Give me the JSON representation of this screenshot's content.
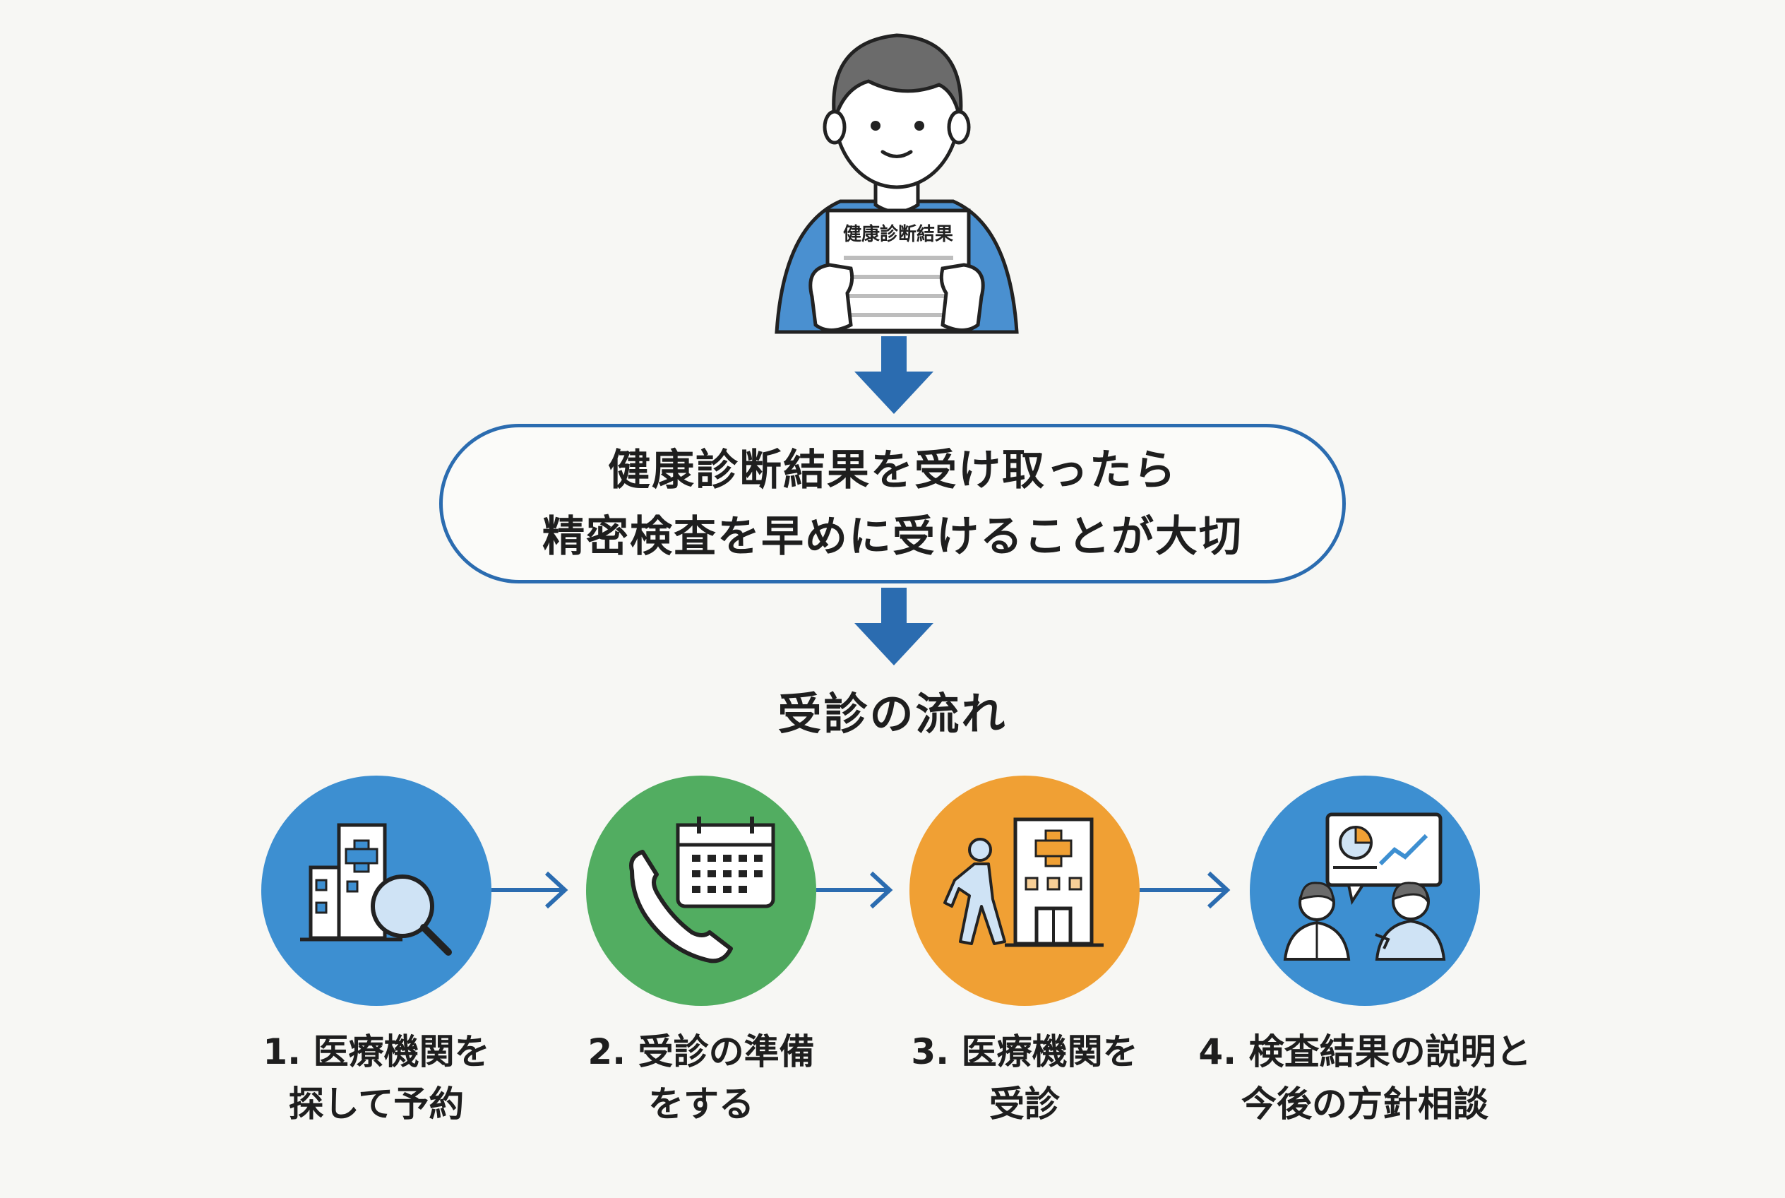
{
  "header": {
    "document_label": "健康診断結果"
  },
  "message": {
    "line1": "健康診断結果を受け取ったら",
    "line2": "精密検査を早めに受けることが大切"
  },
  "flow": {
    "title": "受診の流れ",
    "steps": [
      {
        "line1": "1. 医療機関を",
        "line2": "探して予約",
        "color": "#3d8fd1",
        "icon": "hospital-search-icon"
      },
      {
        "line1": "2. 受診の準備",
        "line2": "をする",
        "color": "#52ad61",
        "icon": "phone-calendar-icon"
      },
      {
        "line1": "3. 医療機関を",
        "line2": "受診",
        "color": "#f0a034",
        "icon": "walking-to-hospital-icon"
      },
      {
        "line1": "4. 検査結果の説明と",
        "line2": "今後の方針相談",
        "color": "#3d8fd1",
        "icon": "doctor-consultation-icon"
      }
    ]
  },
  "colors": {
    "accent_blue": "#2b6cb0",
    "shirt_blue": "#4a90d0"
  }
}
